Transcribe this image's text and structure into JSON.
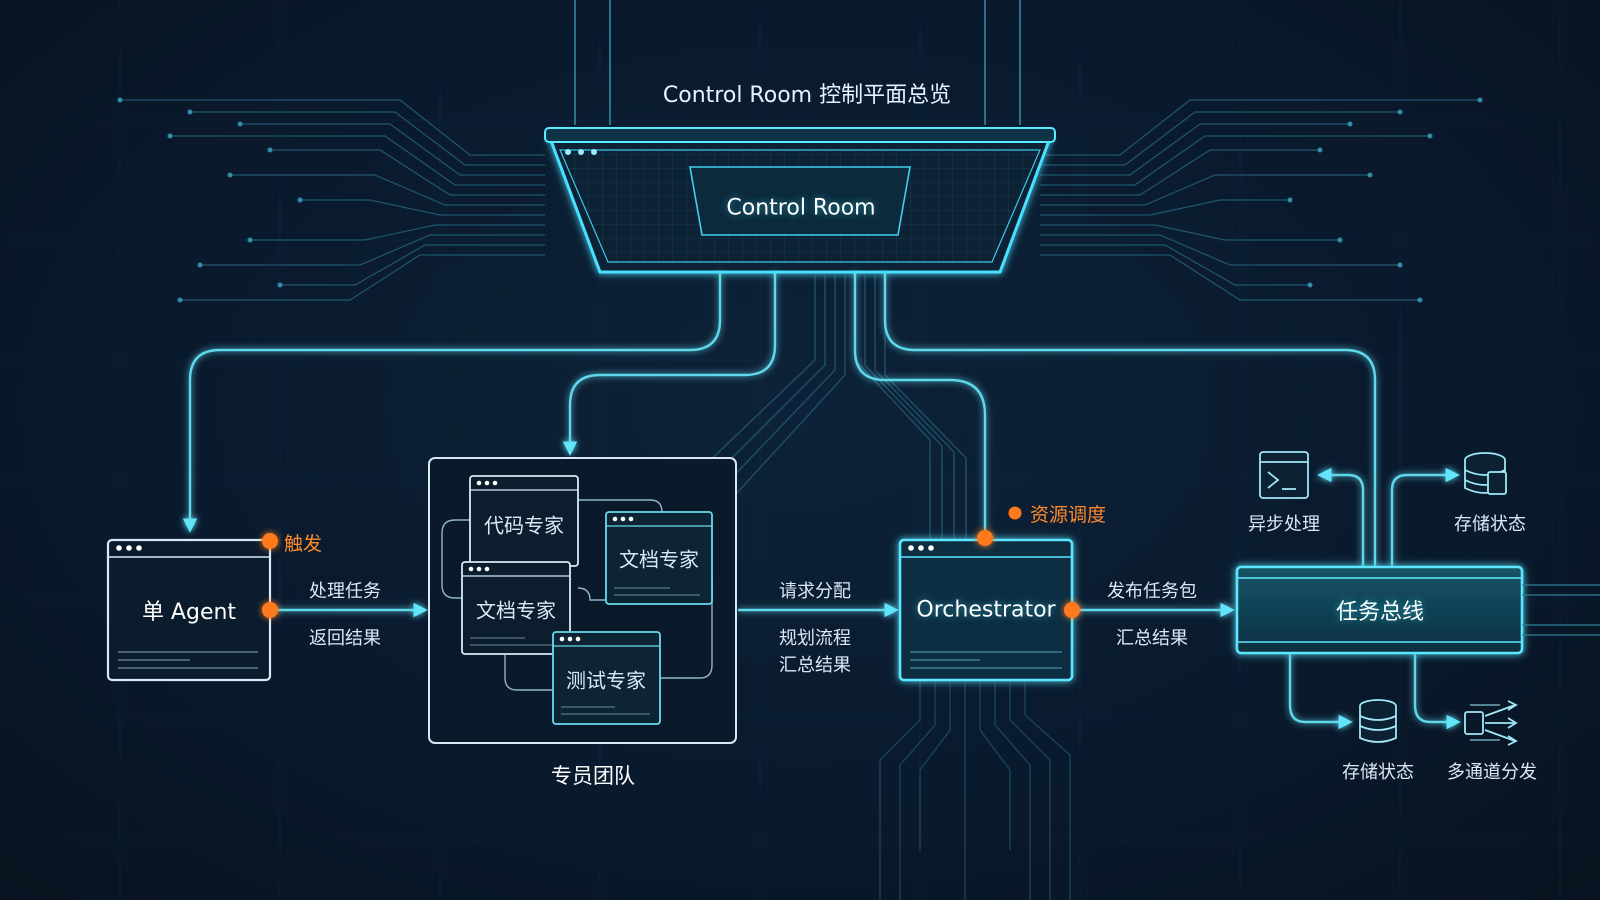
{
  "title": "Control Room 控制平面总览",
  "control_room": {
    "label": "Control Room"
  },
  "single_agent": {
    "label": "单 Agent",
    "trigger": "触发"
  },
  "edge_agent_team": {
    "top": "处理任务",
    "bottom": "返回结果"
  },
  "specialist_team": {
    "label": "专员团队",
    "members": [
      "代码专家",
      "文档专家",
      "文档专家",
      "测试专家"
    ]
  },
  "edge_team_orch": {
    "top": "请求分配",
    "bottom1": "规划流程",
    "bottom2": "汇总结果"
  },
  "orchestrator": {
    "label": "Orchestrator",
    "resource": "资源调度"
  },
  "edge_orch_bus": {
    "top": "发布任务包",
    "bottom": "汇总结果"
  },
  "task_bus": {
    "label": "任务总线"
  },
  "bus_outputs": {
    "async": "异步处理",
    "storage_top": "存储状态",
    "storage_bottom": "存储状态",
    "multichannel": "多通道分发"
  },
  "colors": {
    "accent": "#48e0ff",
    "line": "#5fd8ec",
    "orange": "#ff7a1a",
    "panel": "#0e2a3d"
  }
}
